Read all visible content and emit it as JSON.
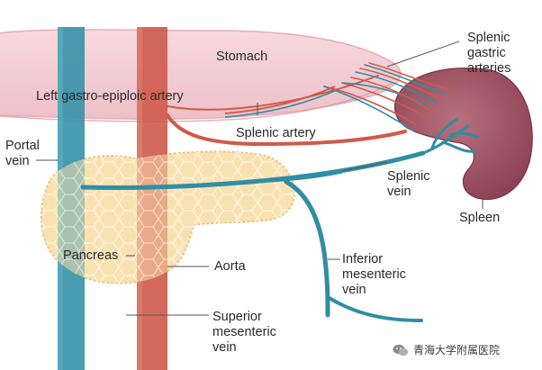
{
  "labels": {
    "stomach": "Stomach",
    "left_gastro_epiploic_artery": "Left gastro-epiploic artery",
    "splenic_gastric_arteries": [
      "Splenic",
      "gastric",
      "arteries"
    ],
    "portal_vein": [
      "Portal",
      "vein"
    ],
    "splenic_artery": "Splenic artery",
    "splenic_vein": [
      "Splenic",
      "vein"
    ],
    "spleen": "Spleen",
    "pancreas": "Pancreas",
    "aorta": "Aorta",
    "inferior_mesenteric_vein": [
      "Inferior",
      "mesenteric",
      "vein"
    ],
    "superior_mesenteric_vein": [
      "Superior",
      "mesenteric",
      "vein"
    ]
  },
  "watermark": {
    "text": "青海大学附属医院",
    "icon": "wechat-icon"
  },
  "colors": {
    "stomach": "#f4cdd3",
    "stomach_edge": "#e8b3bd",
    "spleen": "#9c4e5e",
    "artery": "#cf5a4b",
    "vein": "#2f8ea3",
    "pancreas": "#f9e2b0",
    "pancreas_edge": "#e6c27f"
  }
}
